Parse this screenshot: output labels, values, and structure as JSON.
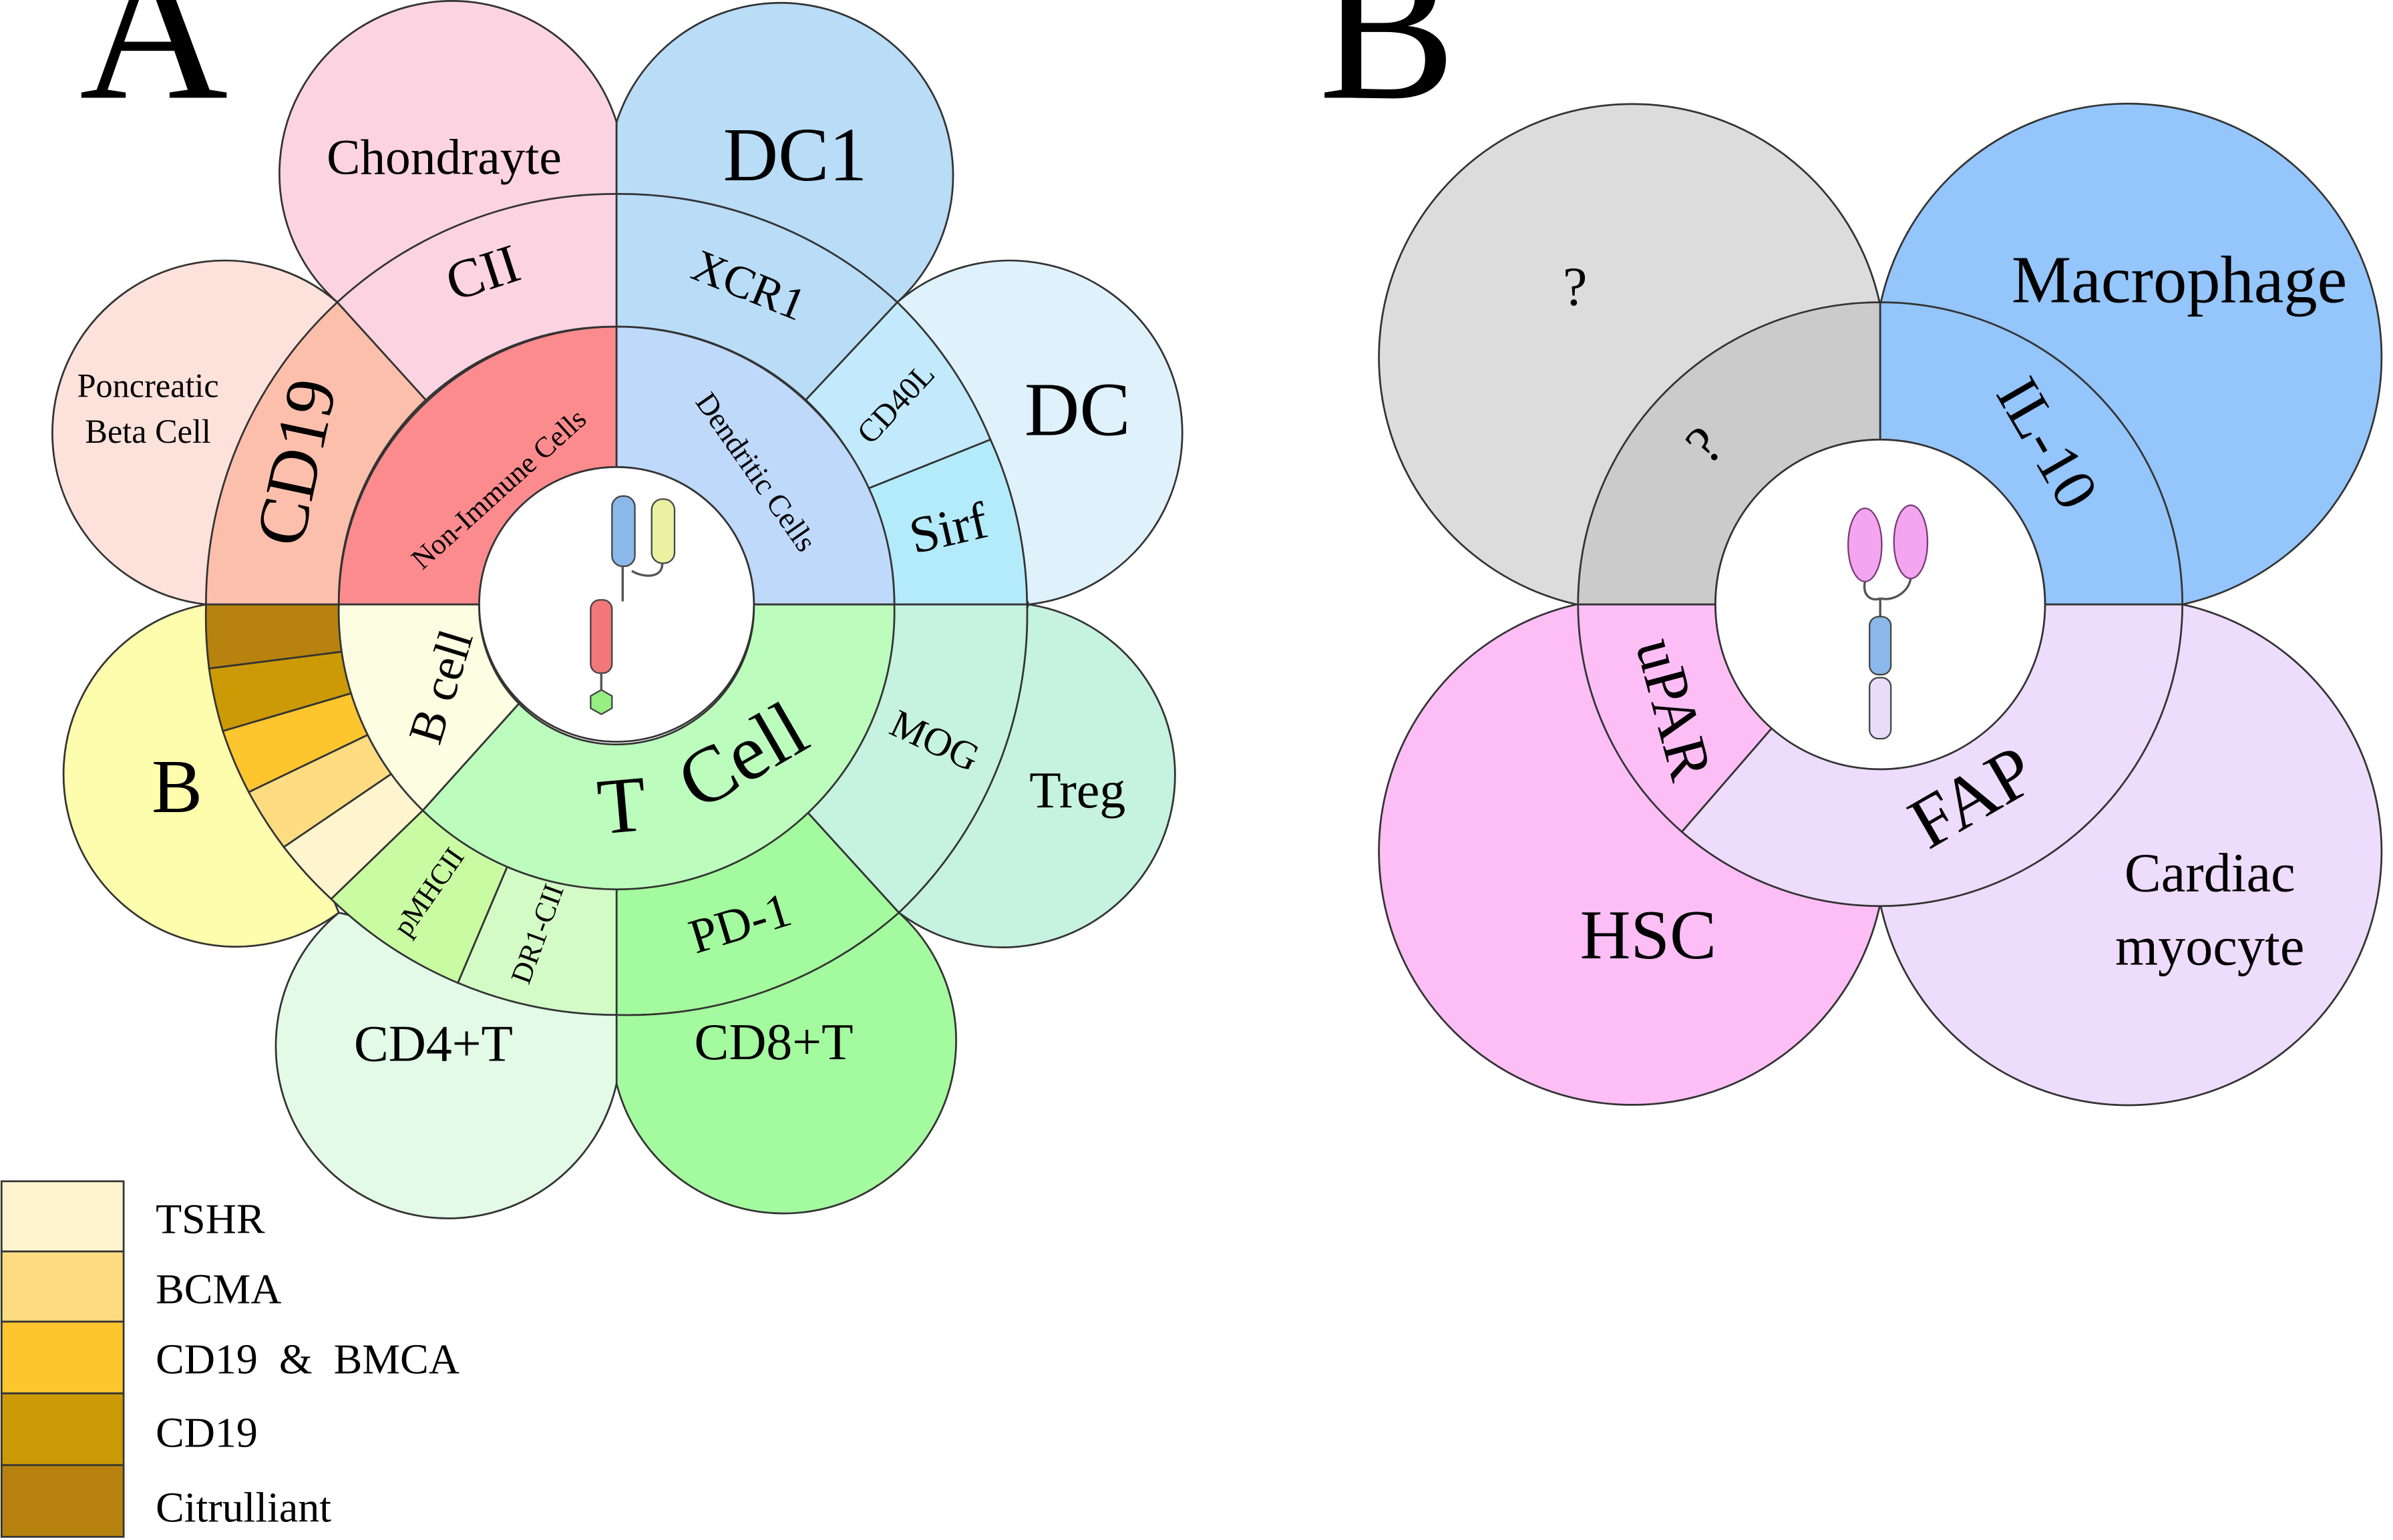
{
  "panel_a": {
    "letter": "A",
    "petals": [
      {
        "label": "Chondrayte",
        "color": "#fcd3e1"
      },
      {
        "label": "DC1",
        "color": "#b9dcf7"
      },
      {
        "label": "DC",
        "color": "#dff2fc"
      },
      {
        "label": "Treg",
        "color": "#c6f2e0"
      },
      {
        "label": "CD8+T",
        "color": "#a4fa9e"
      },
      {
        "label": "CD4+T",
        "color": "#e2fae6"
      },
      {
        "label": "B",
        "color": "#fefcad"
      },
      {
        "label": "Poncreatic",
        "label2": "Beta Cell",
        "color": "#fde2dc"
      }
    ],
    "antigens": {
      "cii": {
        "label": "CII",
        "color": "#fcd3e1"
      },
      "xcr1": {
        "label": "XCR1",
        "color": "#b9dcf7"
      },
      "cd40l": {
        "label": "CD40L",
        "color": "#c2eafc"
      },
      "sirf": {
        "label": "Sirf",
        "color": "#b3ebfb"
      },
      "mog": {
        "label": "MOG",
        "color": "#c6f2e0"
      },
      "pd1": {
        "label": "PD-1",
        "color": "#a4fa9e"
      },
      "dr1cii": {
        "label": "DR1-CII",
        "color": "#d3fbc6"
      },
      "pmhcii": {
        "label": "pMHCII",
        "color": "#c9fba2"
      },
      "cd19": {
        "label": "CD19",
        "color": "#fcbfab"
      }
    },
    "inner": {
      "non_immune": {
        "label": "Non-Immune Cells",
        "color": "#fc8b8e"
      },
      "dendritic": {
        "label": "Dendritic Cells",
        "color": "#bed9fa"
      },
      "b_cell": {
        "label": "B cell",
        "color": "#fcfde1"
      },
      "t_cell": {
        "label": "T",
        "label2": "Cell",
        "color": "#bcfcbd"
      }
    },
    "b_stack_colors": [
      "#b7830e",
      "#cc9a05",
      "#fdc52e",
      "#fddc81",
      "#fef4cd"
    ]
  },
  "legend": {
    "items": [
      {
        "label": "TSHR",
        "color": "#fef4cd"
      },
      {
        "label": "BCMA",
        "color": "#fddc81"
      },
      {
        "label": "CD19  &  BMCA",
        "color": "#fdc52e"
      },
      {
        "label": "CD19",
        "color": "#cc9a05"
      },
      {
        "label": "Citrulliant",
        "color": "#b7830e"
      }
    ]
  },
  "panel_b": {
    "letter": "B",
    "petals": [
      {
        "label": "?",
        "color": "#dcdcdc"
      },
      {
        "label": "Macrophage",
        "color": "#94c5fb"
      },
      {
        "label": "Cardiac",
        "label2": "myocyte",
        "color": "#eddcfb"
      },
      {
        "label": "HSC",
        "color": "#fcbef5"
      }
    ],
    "antigens": {
      "q": {
        "label": "?",
        "color": "#cbcbcb"
      },
      "il10": {
        "label": "IL-10",
        "color": "#94c5fb"
      },
      "fap": {
        "label": "FAP",
        "color": "#eddcfb"
      },
      "upar": {
        "label": "uPAR",
        "color": "#fcbef5"
      }
    }
  }
}
